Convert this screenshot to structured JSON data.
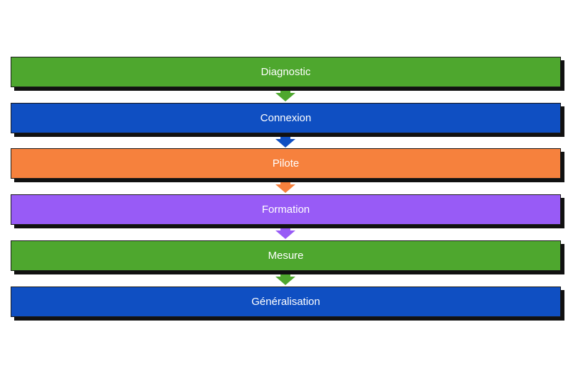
{
  "steps": [
    {
      "label": "Diagnostic",
      "color": "#4ea72e"
    },
    {
      "label": "Connexion",
      "color": "#0f4fc2"
    },
    {
      "label": "Pilote",
      "color": "#f6813d"
    },
    {
      "label": "Formation",
      "color": "#985bf6"
    },
    {
      "label": "Mesure",
      "color": "#4ea72e"
    },
    {
      "label": "Généralisation",
      "color": "#0f4fc2"
    }
  ],
  "connector_icon": "down-arrow"
}
